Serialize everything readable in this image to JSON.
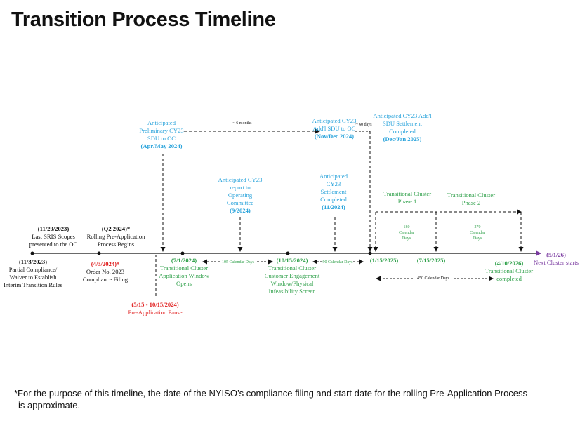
{
  "title": "Transition Process Timeline",
  "milestones": {
    "d_11_29_2023": {
      "date": "(11/29/2023)",
      "line1": "Last SRIS Scopes",
      "line2": "presented to the OC"
    },
    "d_11_3_2023": {
      "date": "(11/3/2023)",
      "line1": "Partial Compliance/",
      "line2": "Waiver to Establish",
      "line3": "Interim Transition Rules"
    },
    "q2_2024": {
      "date": "(Q2 2024)*",
      "line1": "Rolling Pre-Application",
      "line2": "Process Begins"
    },
    "d_4_3_2024": {
      "date": "(4/3/2024)*",
      "line1": "Order No. 2023",
      "line2": "Compliance Filing"
    },
    "sdu_prelim": {
      "line1": "Anticipated",
      "line2": "Preliminary CY23",
      "line3": "SDU to OC",
      "date": "(Apr/May 2024)"
    },
    "pre_app_pause": {
      "date": "(5/15 - 10/15/2024)",
      "line1": "Pre-Application Pause"
    },
    "d_7_1_2024": {
      "date": "(7/1/2024)",
      "line1": "Transitional Cluster",
      "line2": "Application Window",
      "line3": "Opens"
    },
    "report_oc": {
      "line1": "Anticipated CY23",
      "line2": "report to",
      "line3": "Operating",
      "line4": "Committee",
      "date": "(9/2024)"
    },
    "d_10_15_2024": {
      "date": "(10/15/2024)",
      "line1": "Transitional Cluster",
      "line2": "Customer Engagement",
      "line3": "Window/Physical",
      "line4": "Infeasibility Screen"
    },
    "settlement_cy23": {
      "line1": "Anticipated",
      "line2": "CY23",
      "line3": "Settlement",
      "line4": "Completed",
      "date": "(11/2024)"
    },
    "addl_sdu": {
      "line1": "Anticipated CY23",
      "line2": "Add'l SDU to OC",
      "date": "(Nov/Dec 2024)"
    },
    "addl_settlement": {
      "line1": "Anticipated CY23 Add'l",
      "line2": "SDU Settlement",
      "line3": "Completed",
      "date": "(Dec/Jan 2025)"
    },
    "d_1_15_2025": {
      "date": "(1/15/2025)"
    },
    "d_7_15_2025": {
      "date": "(7/15/2025)"
    },
    "d_4_10_2026": {
      "date": "(4/10/2026)",
      "line1": "Transitional Cluster",
      "line2": "completed"
    },
    "d_5_1_26": {
      "date": "(5/1/26)",
      "line1": "Next Cluster starts"
    }
  },
  "durations": {
    "six_months": "~ 6 months",
    "sixty_days": "~ 60 days",
    "d105": "105 Calendar Days",
    "d90": "90 Calendar Days",
    "d450": "450 Calendar Days"
  },
  "phases": {
    "phase1": {
      "line1": "Transitional Cluster",
      "line2": "Phase 1",
      "days": [
        "180",
        "Calendar",
        "Days"
      ]
    },
    "phase2": {
      "line1": "Transitional Cluster",
      "line2": "Phase 2",
      "days": [
        "270",
        "Calendar",
        "Days"
      ]
    }
  },
  "footnote": {
    "line1": "*For the purpose of this timeline, the date of the NYISO’s compliance filing and start date for the rolling Pre-Application Process",
    "line2": "is approximate."
  },
  "colors": {
    "black": "#111111",
    "blue": "#29a3db",
    "green": "#2fa04a",
    "red": "#e02020",
    "purple": "#7a3aa0"
  }
}
